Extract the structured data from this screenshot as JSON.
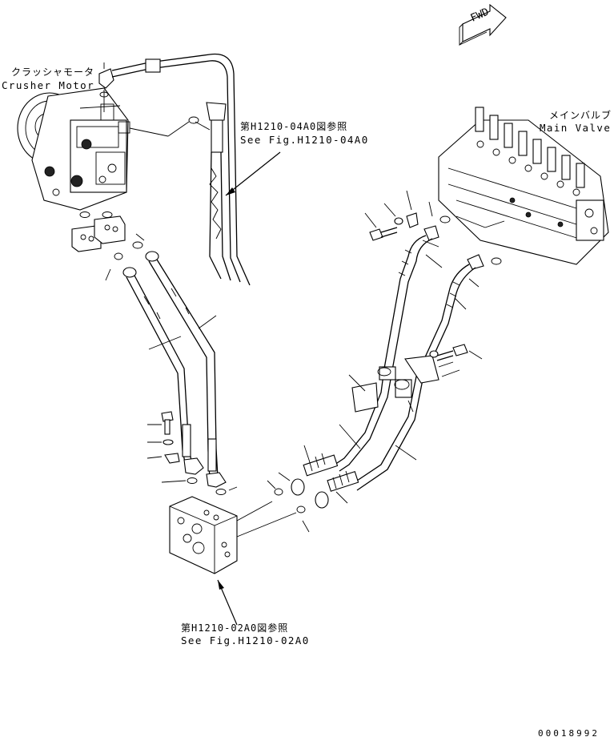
{
  "labels": {
    "crusher_motor_jp": "クラッシャモータ",
    "crusher_motor_en": "Crusher Motor",
    "main_valve_jp": "メインバルブ",
    "main_valve_en": "Main Valve",
    "see_fig_1_jp": "第H1210-04A0図参照",
    "see_fig_1_en": "See Fig.H1210-04A0",
    "see_fig_2_jp": "第H1210-02A0図参照",
    "see_fig_2_en": "See Fig.H1210-02A0",
    "fwd": "FWD",
    "drawing_number": "00018992"
  }
}
